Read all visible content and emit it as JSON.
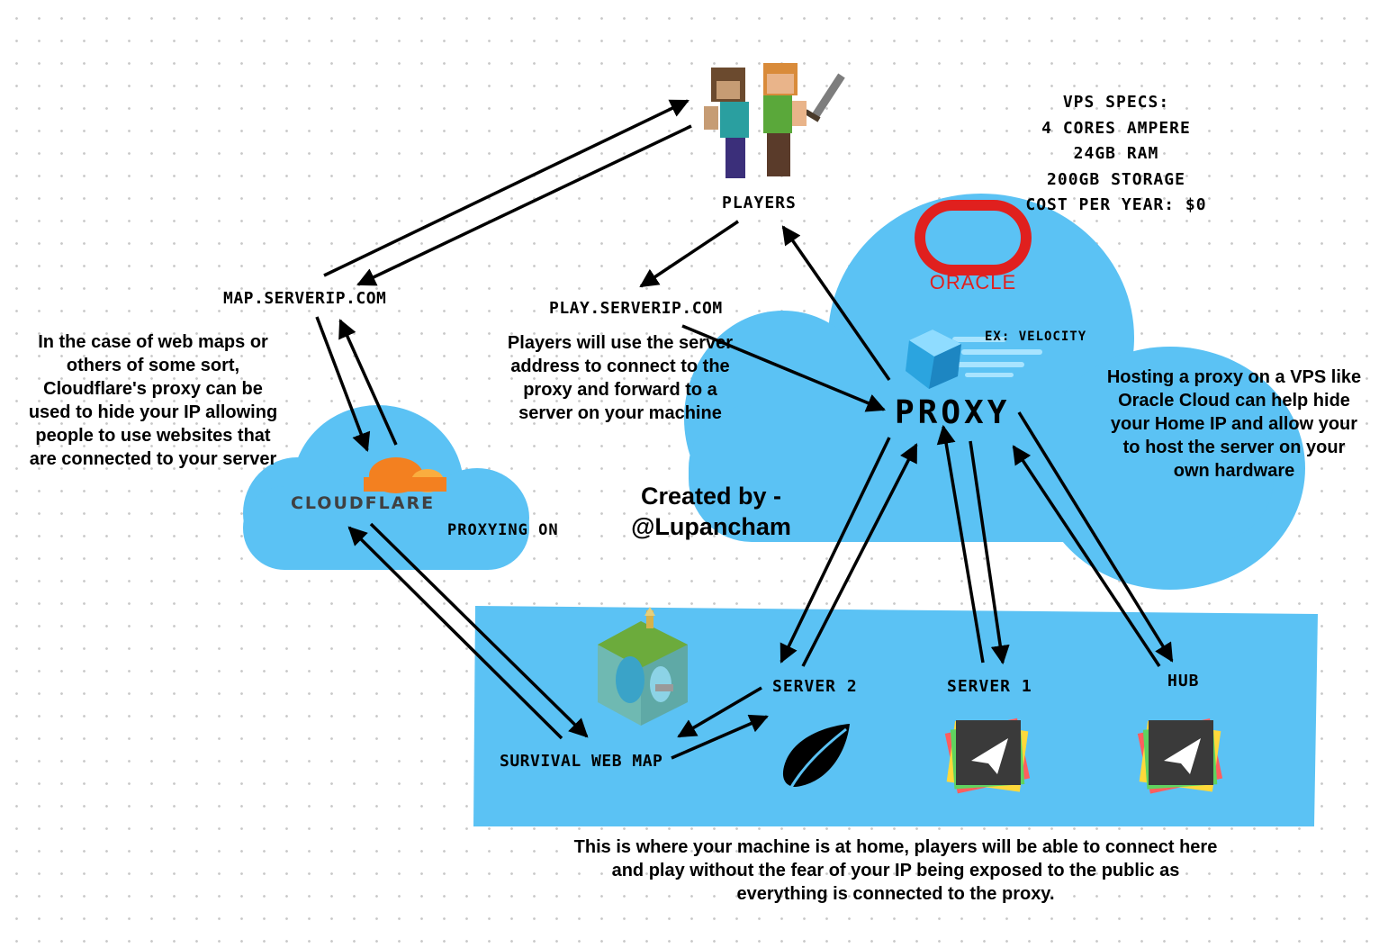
{
  "vps_specs": {
    "title": "VPS SPECS:",
    "lines": [
      "4 CORES AMPERE",
      "24GB RAM",
      "200GB STORAGE",
      "COST PER YEAR: $0"
    ]
  },
  "labels": {
    "players": "PLAYERS",
    "map_domain": "MAP.SERVERIP.COM",
    "play_domain": "PLAY.SERVERIP.COM",
    "example": "EX: VELOCITY",
    "proxy": "PROXY",
    "proxying": "PROXYING ON",
    "server2": "SERVER 2",
    "server1": "SERVER 1",
    "hub": "HUB",
    "web_map": "SURVIVAL WEB MAP"
  },
  "notes": {
    "cloudflare": "In the case of web maps or others of some sort, Cloudflare's proxy can be used to hide your IP allowing people to use websites that are connected to your server",
    "players_address": "Players will use the server address to connect to the proxy and forward to a server on your machine",
    "oracle": "Hosting a proxy on a VPS like Oracle Cloud can help hide your Home IP and allow your to host the server on your own hardware",
    "home": "This is where your machine is at home, players will be able to connect here and play without the fear of your IP being exposed to the public as everything is connected to the proxy."
  },
  "credit": {
    "line1": "Created by -",
    "line2": "@Lupancham"
  },
  "logos": {
    "oracle": "ORACLE",
    "cloudflare": "CLOUDFLARE"
  },
  "colors": {
    "cloud_blue": "#5bc2f4",
    "oracle_red": "#e0201e",
    "cloudflare_orange": "#f38020",
    "cloudflare_text": "#404041"
  },
  "icons": [
    "minecraft-players-icon",
    "oracle-logo",
    "velocity-icon",
    "cloudflare-logo",
    "world-map-icon",
    "paper-leaf-icon",
    "paper-plane-icon"
  ]
}
